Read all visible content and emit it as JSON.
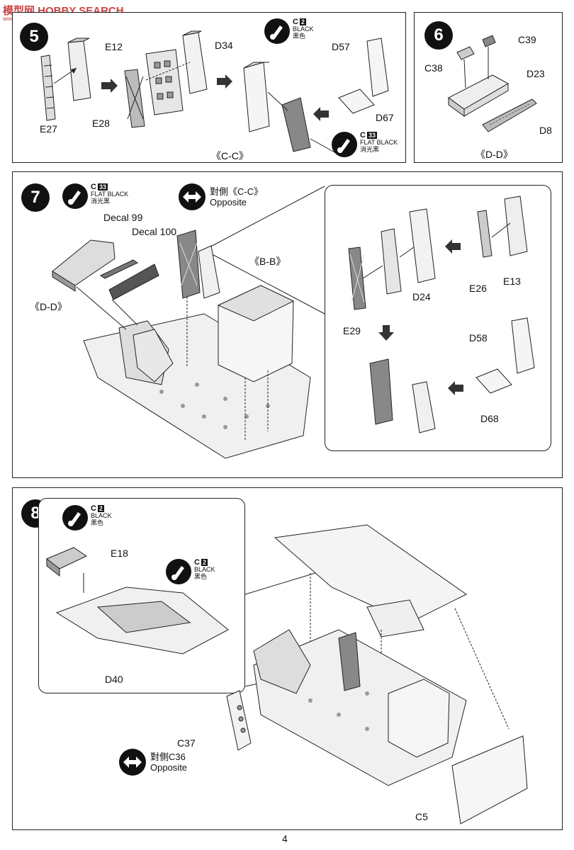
{
  "watermark": {
    "text": "模型网 HOBBY SEARCH",
    "url": "www.gan-shop.com"
  },
  "page_number": "4",
  "step5": {
    "number": "5",
    "labels": {
      "e12": "E12",
      "d34": "D34",
      "e27": "E27",
      "e28": "E28",
      "d57": "D57",
      "d67": "D67"
    },
    "view": "《C-C》",
    "paint_black": {
      "code": "C",
      "num": "2",
      "name": "BLACK",
      "cn": "黑色"
    },
    "paint_flat_black": {
      "code": "C",
      "num": "33",
      "name": "FLAT BLACK",
      "cn": "消光黑"
    }
  },
  "step6": {
    "number": "6",
    "labels": {
      "c39": "C39",
      "c38": "C38",
      "d23": "D23",
      "d8": "D8"
    },
    "view": "《D-D》"
  },
  "step7": {
    "number": "7",
    "paint_flat_black": {
      "code": "C",
      "num": "33",
      "name": "FLAT BLACK",
      "cn": "消光黑"
    },
    "opposite": {
      "cn": "對側《C-C》",
      "en": "Opposite"
    },
    "labels": {
      "decal99": "Decal 99",
      "decal100": "Decal 100",
      "dd": "《D-D》",
      "bb": "《B-B》",
      "e26": "E26",
      "e13": "E13",
      "d24": "D24",
      "e29": "E29",
      "d58": "D58",
      "d68": "D68"
    }
  },
  "step8": {
    "number": "8",
    "paint_black_1": {
      "code": "C",
      "num": "2",
      "name": "BLACK",
      "cn": "黑色"
    },
    "paint_black_2": {
      "code": "C",
      "num": "2",
      "name": "BLACK",
      "cn": "黑色"
    },
    "labels": {
      "e18": "E18",
      "d40": "D40",
      "c37": "C37",
      "c5": "C5"
    },
    "opposite": {
      "cn": "對側C36",
      "en": "Opposite"
    }
  }
}
